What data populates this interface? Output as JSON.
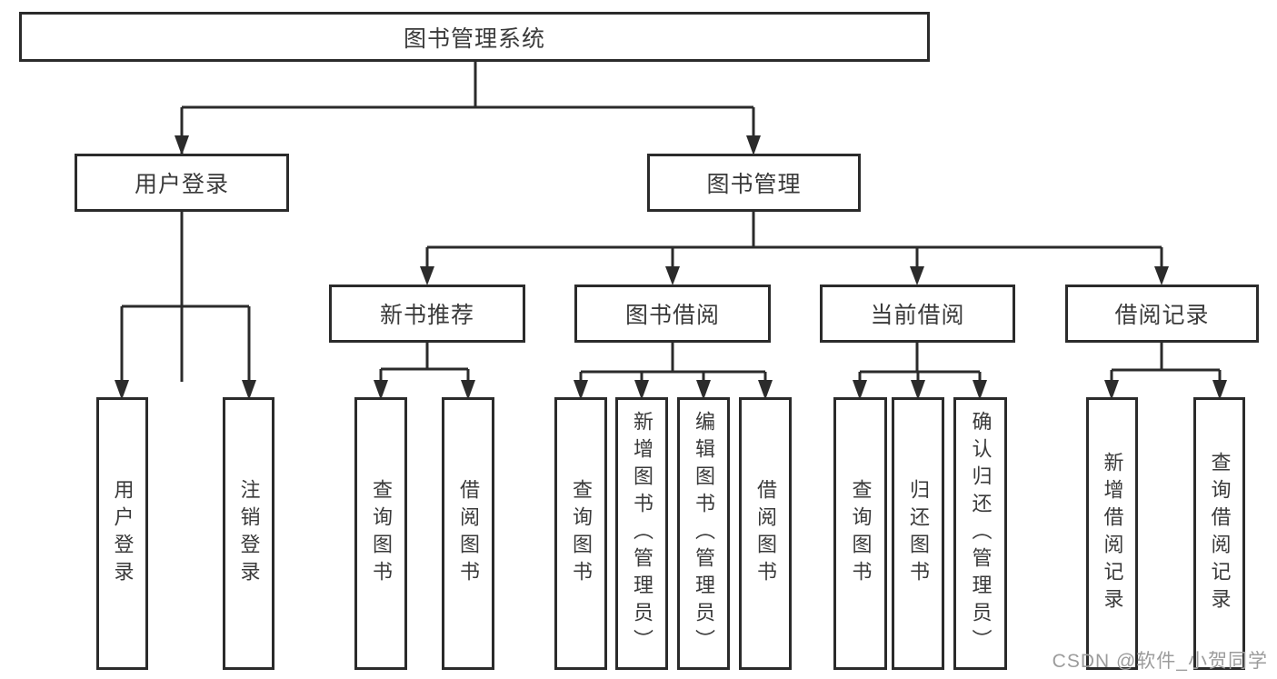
{
  "diagram": {
    "root": {
      "label": "图书管理系统"
    },
    "level2": [
      {
        "id": "user-login",
        "label": "用户登录"
      },
      {
        "id": "book-management",
        "label": "图书管理"
      }
    ],
    "level3": [
      {
        "id": "new-book-recommend",
        "label": "新书推荐",
        "parent": "图书管理"
      },
      {
        "id": "book-borrow",
        "label": "图书借阅",
        "parent": "图书管理"
      },
      {
        "id": "current-borrow",
        "label": "当前借阅",
        "parent": "图书管理"
      },
      {
        "id": "borrow-records",
        "label": "借阅记录",
        "parent": "图书管理"
      }
    ],
    "leaves": [
      {
        "label": "用户登录",
        "parent": "用户登录"
      },
      {
        "label": "注销登录",
        "parent": "用户登录"
      },
      {
        "label": "查询图书",
        "parent": "新书推荐"
      },
      {
        "label": "借阅图书",
        "parent": "新书推荐"
      },
      {
        "label": "查询图书",
        "parent": "图书借阅"
      },
      {
        "label": "新增图书（管理员）",
        "parent": "图书借阅"
      },
      {
        "label": "编辑图书（管理员）",
        "parent": "图书借阅"
      },
      {
        "label": "借阅图书",
        "parent": "图书借阅"
      },
      {
        "label": "查询图书",
        "parent": "当前借阅"
      },
      {
        "label": "归还图书",
        "parent": "当前借阅"
      },
      {
        "label": "确认归还（管理员）",
        "parent": "当前借阅"
      },
      {
        "label": "新增借阅记录",
        "parent": "借阅记录"
      },
      {
        "label": "查询借阅记录",
        "parent": "借阅记录"
      }
    ],
    "watermark": "CSDN @软件_小贺同学",
    "colors": {
      "line": "#2b2b2b",
      "text": "#3a3a3a",
      "background": "#ffffff",
      "watermark": "#9c9c9c"
    }
  }
}
